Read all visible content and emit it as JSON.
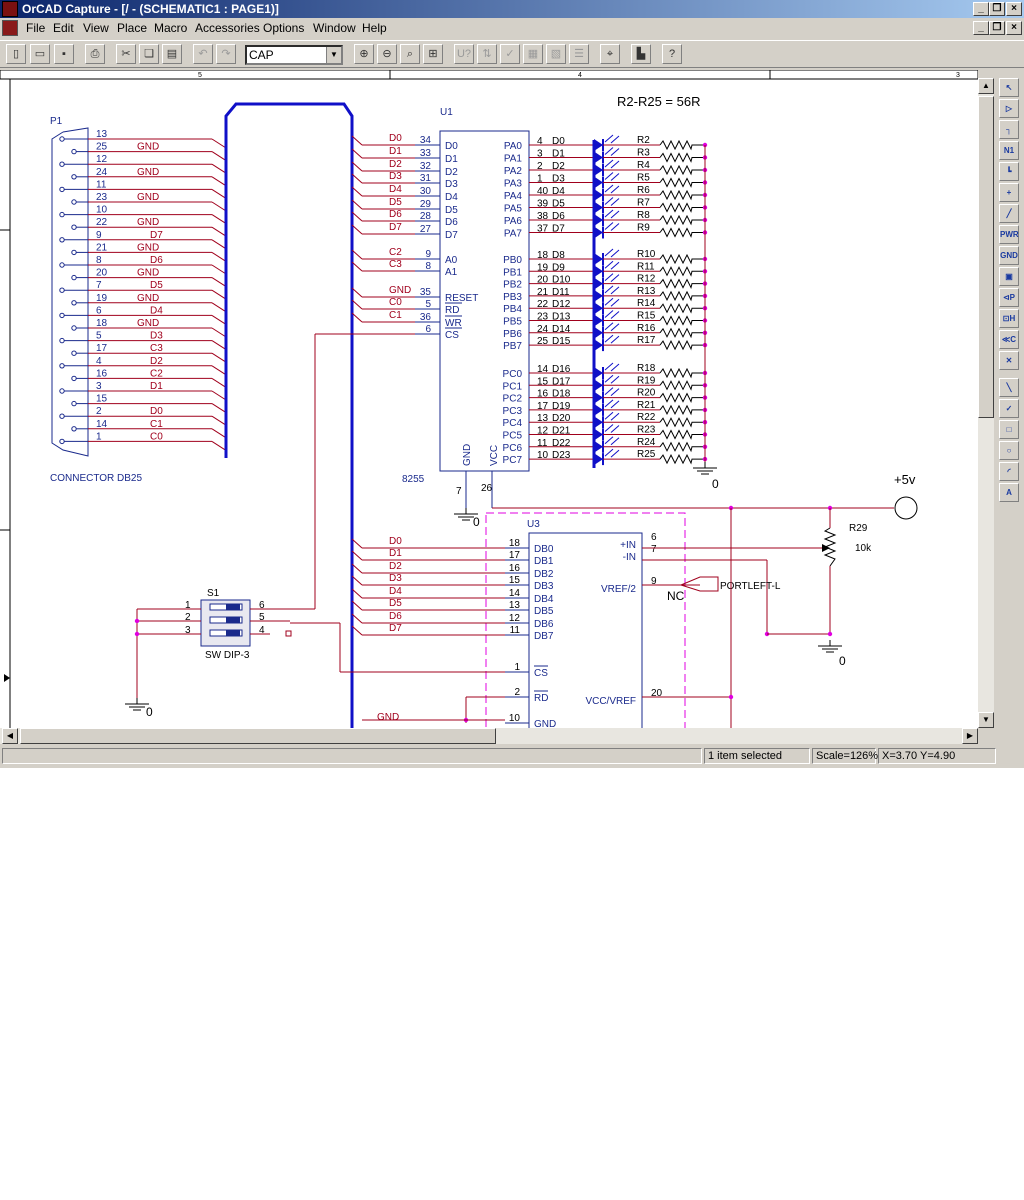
{
  "window": {
    "title": "OrCAD Capture - [/ - (SCHEMATIC1 : PAGE1)]"
  },
  "menu": [
    "File",
    "Edit",
    "View",
    "Place",
    "Macro",
    "Accessories",
    "Options",
    "Window",
    "Help"
  ],
  "toolbar": {
    "part_value": "CAP"
  },
  "status": {
    "selection": "1 item selected",
    "scale": "Scale=126%",
    "coords": "X=3.70  Y=4.90"
  },
  "ruler": {
    "top": [
      "5",
      "4",
      "3"
    ]
  },
  "schematic": {
    "note": "R2-R25 = 56R",
    "p1": {
      "ref": "P1",
      "name": "CONNECTOR DB25",
      "pins": [
        "13",
        "25",
        "12",
        "24",
        "11",
        "23",
        "10",
        "22",
        "9",
        "21",
        "8",
        "20",
        "7",
        "19",
        "6",
        "18",
        "5",
        "17",
        "4",
        "16",
        "3",
        "15",
        "2",
        "14",
        "1"
      ],
      "nets": [
        "",
        "GND",
        "",
        "GND",
        "",
        "GND",
        "",
        "GND",
        "D7",
        "GND",
        "D6",
        "GND",
        "D5",
        "GND",
        "D4",
        "GND",
        "D3",
        "C3",
        "D2",
        "C2",
        "D1",
        "",
        "D0",
        "C1",
        "C0"
      ]
    },
    "u1": {
      "ref": "U1",
      "name": "8255",
      "left_pins": [
        {
          "net": "D0",
          "num": "34",
          "name": "D0"
        },
        {
          "net": "D1",
          "num": "33",
          "name": "D1"
        },
        {
          "net": "D2",
          "num": "32",
          "name": "D2"
        },
        {
          "net": "D3",
          "num": "31",
          "name": "D3"
        },
        {
          "net": "D4",
          "num": "30",
          "name": "D4"
        },
        {
          "net": "D5",
          "num": "29",
          "name": "D5"
        },
        {
          "net": "D6",
          "num": "28",
          "name": "D6"
        },
        {
          "net": "D7",
          "num": "27",
          "name": "D7"
        },
        {
          "net": "C2",
          "num": "9",
          "name": "A0"
        },
        {
          "net": "C3",
          "num": "8",
          "name": "A1"
        },
        {
          "net": "GND",
          "num": "35",
          "name": "RESET"
        },
        {
          "net": "C0",
          "num": "5",
          "name": "RD"
        },
        {
          "net": "C1",
          "num": "36",
          "name": "WR"
        },
        {
          "net": "",
          "num": "6",
          "name": "CS"
        }
      ],
      "right_pins": [
        {
          "name": "PA0",
          "num": "4",
          "net": "D0",
          "res": "R2"
        },
        {
          "name": "PA1",
          "num": "3",
          "net": "D1",
          "res": "R3"
        },
        {
          "name": "PA2",
          "num": "2",
          "net": "D2",
          "res": "R4"
        },
        {
          "name": "PA3",
          "num": "1",
          "net": "D3",
          "res": "R5"
        },
        {
          "name": "PA4",
          "num": "40",
          "net": "D4",
          "res": "R6"
        },
        {
          "name": "PA5",
          "num": "39",
          "net": "D5",
          "res": "R7"
        },
        {
          "name": "PA6",
          "num": "38",
          "net": "D6",
          "res": "R8"
        },
        {
          "name": "PA7",
          "num": "37",
          "net": "D7",
          "res": "R9"
        },
        {
          "name": "PB0",
          "num": "18",
          "net": "D8",
          "res": "R10"
        },
        {
          "name": "PB1",
          "num": "19",
          "net": "D9",
          "res": "R11"
        },
        {
          "name": "PB2",
          "num": "20",
          "net": "D10",
          "res": "R12"
        },
        {
          "name": "PB3",
          "num": "21",
          "net": "D11",
          "res": "R13"
        },
        {
          "name": "PB4",
          "num": "22",
          "net": "D12",
          "res": "R14"
        },
        {
          "name": "PB5",
          "num": "23",
          "net": "D13",
          "res": "R15"
        },
        {
          "name": "PB6",
          "num": "24",
          "net": "D14",
          "res": "R16"
        },
        {
          "name": "PB7",
          "num": "25",
          "net": "D15",
          "res": "R17"
        },
        {
          "name": "PC0",
          "num": "14",
          "net": "D16",
          "res": "R18"
        },
        {
          "name": "PC1",
          "num": "15",
          "net": "D17",
          "res": "R19"
        },
        {
          "name": "PC2",
          "num": "16",
          "net": "D18",
          "res": "R20"
        },
        {
          "name": "PC3",
          "num": "17",
          "net": "D19",
          "res": "R21"
        },
        {
          "name": "PC4",
          "num": "13",
          "net": "D20",
          "res": "R22"
        },
        {
          "name": "PC5",
          "num": "12",
          "net": "D21",
          "res": "R23"
        },
        {
          "name": "PC6",
          "num": "11",
          "net": "D22",
          "res": "R24"
        },
        {
          "name": "PC7",
          "num": "10",
          "net": "D23",
          "res": "R25"
        }
      ],
      "bottom_pins": [
        {
          "name": "GND",
          "num": "7"
        },
        {
          "name": "VCC",
          "num": "26"
        }
      ]
    },
    "gnd_label": "0",
    "power": {
      "label": "+5v"
    },
    "u3": {
      "ref": "U3",
      "left_pins": [
        {
          "net": "D0",
          "num": "18",
          "name": "DB0"
        },
        {
          "net": "D1",
          "num": "17",
          "name": "DB1"
        },
        {
          "net": "D2",
          "num": "16",
          "name": "DB2"
        },
        {
          "net": "D3",
          "num": "15",
          "name": "DB3"
        },
        {
          "net": "D4",
          "num": "14",
          "name": "DB4"
        },
        {
          "net": "D5",
          "num": "13",
          "name": "DB5"
        },
        {
          "net": "D6",
          "num": "12",
          "name": "DB6"
        },
        {
          "net": "D7",
          "num": "11",
          "name": "DB7"
        },
        {
          "net": "",
          "num": "1",
          "name": "CS"
        },
        {
          "net": "",
          "num": "2",
          "name": "RD"
        },
        {
          "net": "GND",
          "num": "10",
          "name": "GND"
        }
      ],
      "right_pins": [
        {
          "name": "+IN",
          "num": "6"
        },
        {
          "name": "-IN",
          "num": "7"
        },
        {
          "name": "VREF/2",
          "num": "9"
        },
        {
          "name": "VCC/VREF",
          "num": "20"
        }
      ]
    },
    "r29": {
      "ref": "R29",
      "value": "10k"
    },
    "offpage": "PORTLEFT-L",
    "nc": "NC",
    "s1": {
      "ref": "S1",
      "name": "SW DIP-3",
      "pins": [
        "1",
        "2",
        "3",
        "6",
        "5",
        "4"
      ]
    }
  }
}
